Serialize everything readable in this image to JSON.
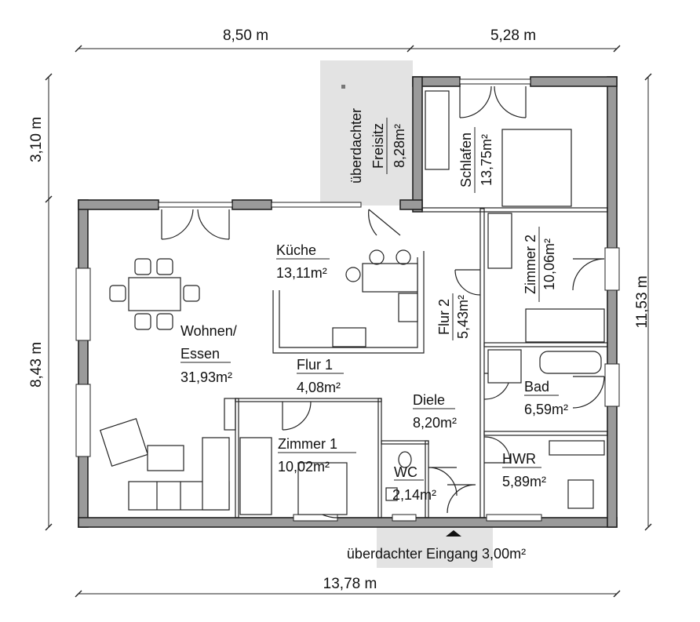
{
  "dimensions": {
    "top_left": "8,50 m",
    "top_right": "5,28 m",
    "bottom": "13,78 m",
    "left_upper": "3,10 m",
    "left_lower": "8,43 m",
    "right": "11,53 m"
  },
  "rooms": {
    "wohnen": {
      "name_line1": "Wohnen/",
      "name_line2": "Essen",
      "area": "31,93m²"
    },
    "kueche": {
      "name": "Küche",
      "area": "13,11m²"
    },
    "flur1": {
      "name": "Flur 1",
      "area": "4,08m²"
    },
    "zimmer1": {
      "name": "Zimmer 1",
      "area": "10,02m²"
    },
    "wc": {
      "name": "WC",
      "area": "2,14m²"
    },
    "diele": {
      "name": "Diele",
      "area": "8,20m²"
    },
    "flur2": {
      "name": "Flur 2",
      "area": "5,43m²"
    },
    "schlafen": {
      "name": "Schlafen",
      "area": "13,75m²"
    },
    "zimmer2": {
      "name": "Zimmer 2",
      "area": "10,06m²"
    },
    "bad": {
      "name": "Bad",
      "area": "6,59m²"
    },
    "hwr": {
      "name": "HWR",
      "area": "5,89m²"
    },
    "freisitz": {
      "name_line1": "überdachter",
      "name_line2": "Freisitz",
      "area": "8,28m²"
    }
  },
  "entrance": {
    "label": "überdachter Eingang 3,00m²"
  }
}
